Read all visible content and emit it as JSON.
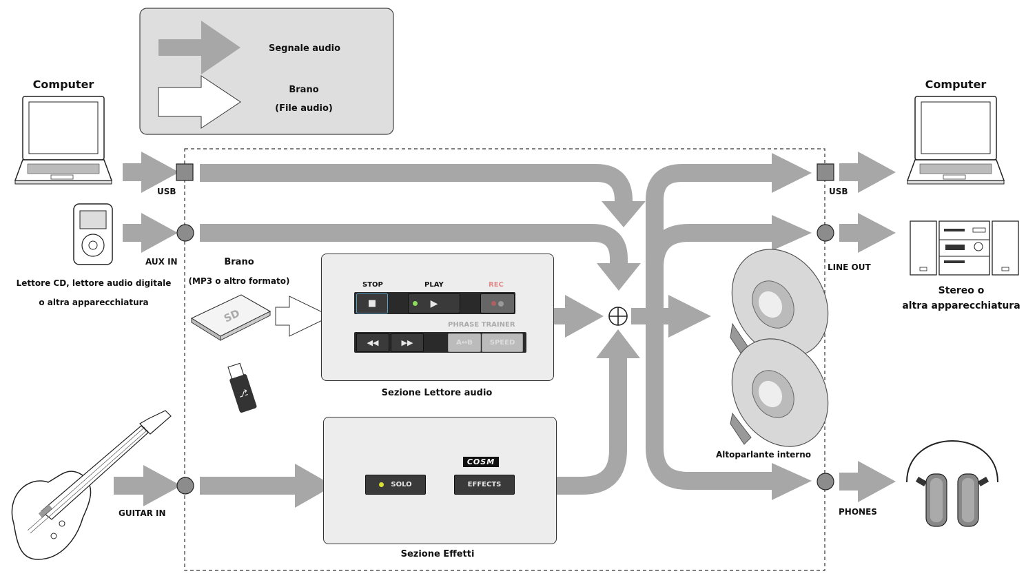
{
  "legend": {
    "audio_signal": "Segnale audio",
    "song_line1": "Brano",
    "song_line2": "(File audio)"
  },
  "inputs": {
    "computer_left": "Computer",
    "usb_in": "USB",
    "aux_in": "AUX IN",
    "cd_line1": "Lettore CD, lettore audio digitale",
    "cd_line2": "o altra apparecchiatura",
    "guitar_in": "GUITAR IN",
    "song_line1": "Brano",
    "song_line2": "(MP3 o altro formato)"
  },
  "player": {
    "section_label": "Sezione Lettore audio",
    "stop": "STOP",
    "play": "PLAY",
    "rec": "REC",
    "phrase_trainer": "PHRASE TRAINER",
    "ab": "A↔B",
    "speed": "SPEED"
  },
  "effects": {
    "section_label": "Sezione Effetti",
    "cosm": "COSM",
    "solo": "SOLO",
    "effects": "EFFECTS"
  },
  "outputs": {
    "computer_right": "Computer",
    "usb_out": "USB",
    "line_out": "LINE OUT",
    "stereo_line1": "Stereo o",
    "stereo_line2": "altra apparecchiatura",
    "speaker": "Altoparlante interno",
    "phones": "PHONES"
  },
  "colors": {
    "arrow": "#a7a7a7",
    "panel": "#ededed",
    "legend_bg": "#dedede"
  }
}
